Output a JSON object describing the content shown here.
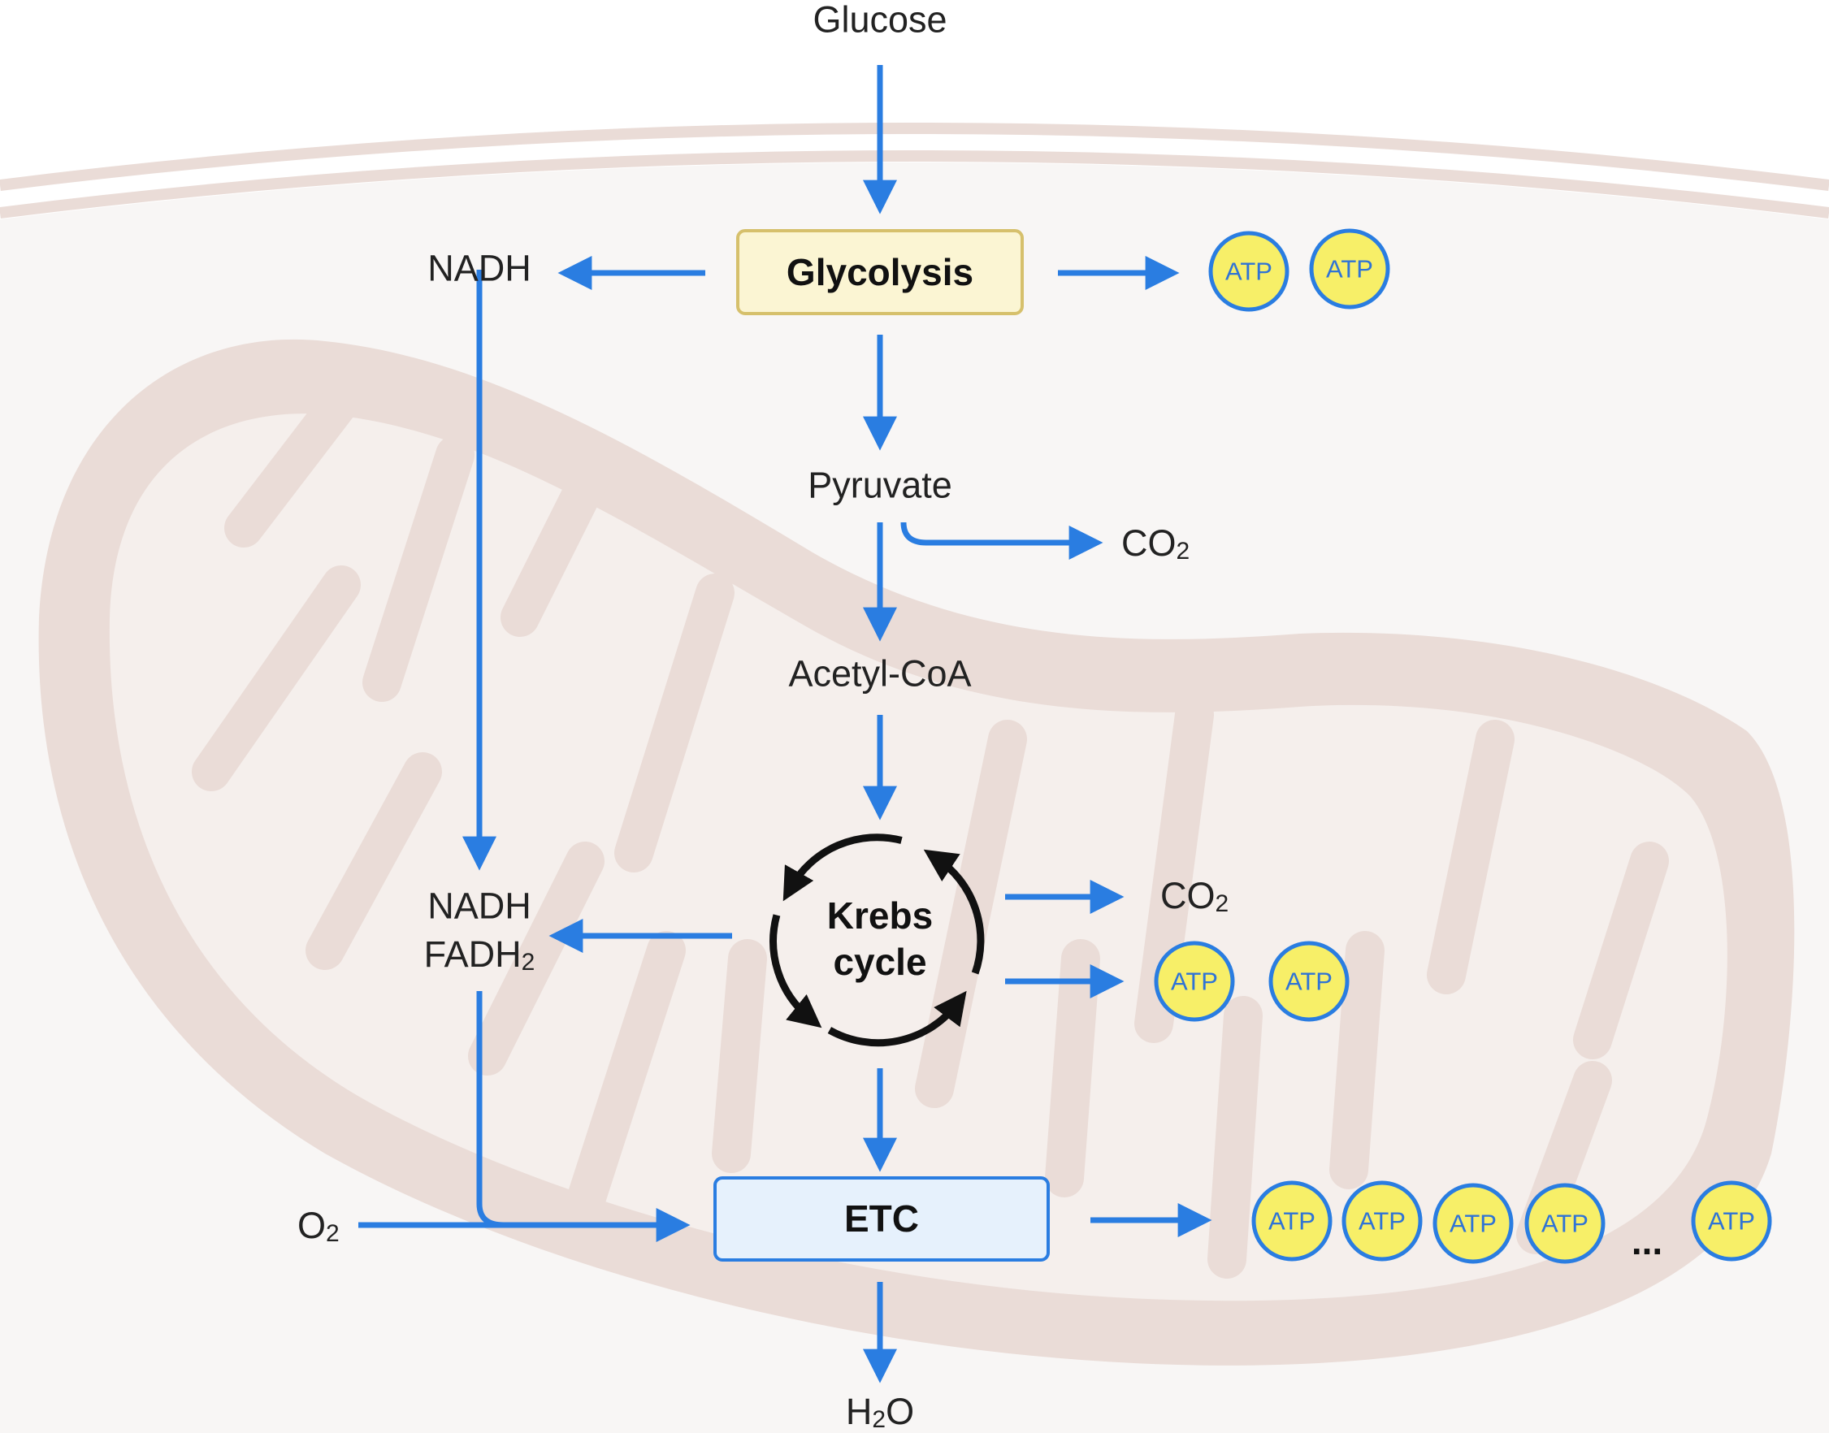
{
  "nodes": {
    "glucose": "Glucose",
    "glycolysis": "Glycolysis",
    "nadh_top": "NADH",
    "pyruvate": "Pyruvate",
    "co2_pyruvate": {
      "main": "CO",
      "sub": "2"
    },
    "acetyl_coa": "Acetyl-CoA",
    "krebs_line1": "Krebs",
    "krebs_line2": "cycle",
    "nadh_mid": "NADH",
    "fadh2": {
      "main": "FADH",
      "sub": "2"
    },
    "co2_krebs": {
      "main": "CO",
      "sub": "2"
    },
    "etc": "ETC",
    "o2": {
      "main": "O",
      "sub": "2"
    },
    "h2o": {
      "pre": "H",
      "sub": "2",
      "post": "O"
    },
    "ellipsis": "..."
  },
  "atp_label": "ATP",
  "atp_groups": {
    "glycolysis": 2,
    "krebs": 2,
    "etc_shown": 5
  },
  "colors": {
    "arrow": "#2a7de1",
    "glycolysis_fill": "#fbf5d3",
    "glycolysis_border": "#d6c06c",
    "etc_fill": "#e6f1fc",
    "etc_border": "#2a7de1",
    "atp_fill": "#f7ef68",
    "atp_border": "#2a7de1",
    "cell_bg": "#f8f6f5",
    "mitochondrion": "#eadcd7"
  }
}
